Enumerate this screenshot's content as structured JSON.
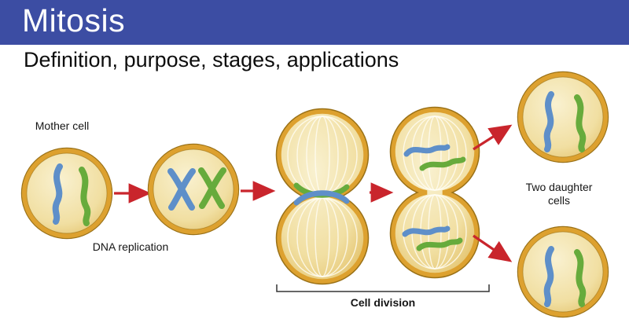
{
  "header": {
    "title": "Mitosis"
  },
  "subtitle": "Definition, purpose, stages, applications",
  "labels": {
    "mother_cell": "Mother cell",
    "dna_replication": "DNA replication",
    "cell_division": "Cell division",
    "two_daughter_line1": "Two daughter",
    "two_daughter_line2": "cells"
  },
  "colors": {
    "header_bg": "#3c4da3",
    "cell_ring": "#dda12f",
    "cell_ring_dark": "#9a7117",
    "chromosome_blue": "#5e8fc9",
    "chromosome_green": "#67ab3c",
    "arrow_red": "#c9252c",
    "spindle": "#fffef5",
    "fill_light": "#f9f1d0",
    "fill_mid": "#f1dfa2",
    "fill_dark": "#e2c067"
  }
}
